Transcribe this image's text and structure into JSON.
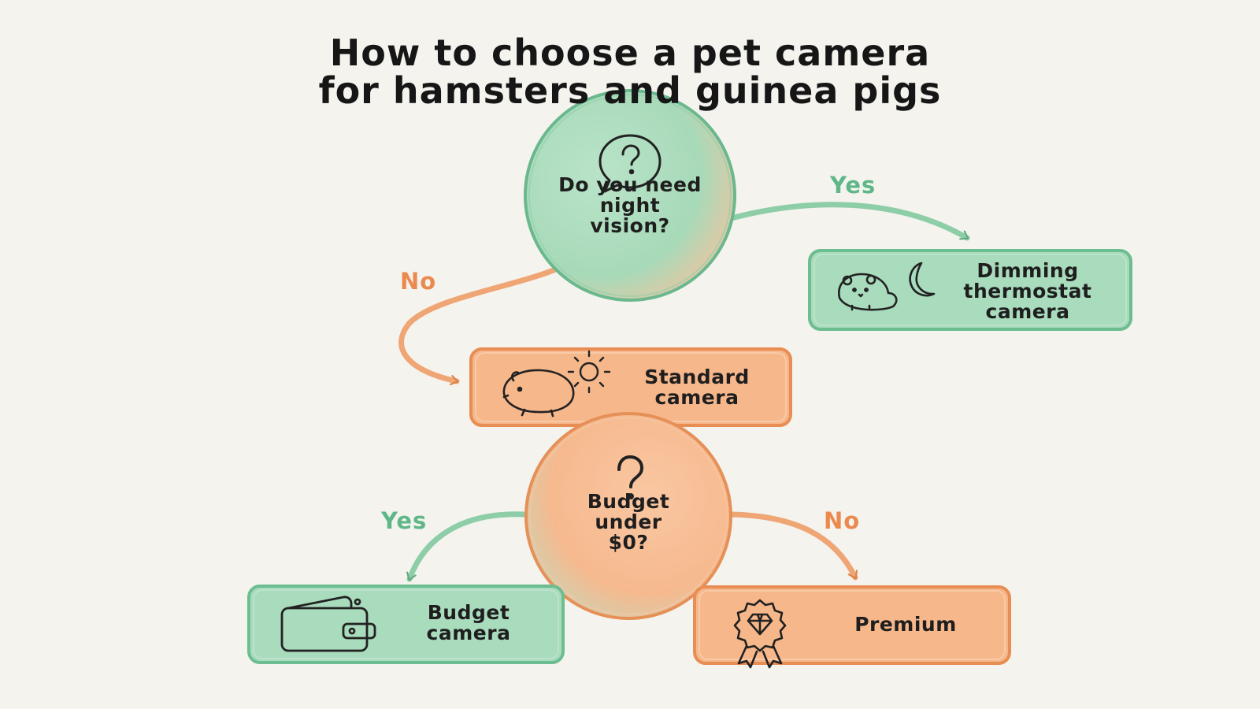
{
  "title": {
    "line1": "How to choose a pet camera",
    "line2": "for hamsters and guinea pigs"
  },
  "nodes": {
    "q_night": {
      "lines": [
        "Do you need",
        "night",
        "vision?"
      ]
    },
    "dimming": {
      "lines": [
        "Dimming",
        "thermostat",
        "camera"
      ]
    },
    "standard": {
      "lines": [
        "Standard",
        "camera"
      ]
    },
    "q_budget": {
      "lines": [
        "Budget",
        "under",
        "$0?"
      ]
    },
    "budget_cam": {
      "lines": [
        "Budget",
        "camera"
      ]
    },
    "premium": {
      "lines": [
        "Premium"
      ]
    }
  },
  "edges": {
    "night_yes": "Yes",
    "night_no": "No",
    "budget_yes": "Yes",
    "budget_no": "No"
  },
  "colors": {
    "green_fill": "#a8dcbc",
    "green_stroke": "#5fb788",
    "orange_fill": "#f7b98c",
    "orange_stroke": "#e98a4e",
    "ink": "#222222",
    "background": "#f4f3ee"
  },
  "icons": {
    "q_night": "question-bubble-icon",
    "dimming": [
      "hamster-icon",
      "moon-icon"
    ],
    "standard": [
      "guinea-pig-icon",
      "sun-icon"
    ],
    "q_budget": "question-mark-icon",
    "budget_cam": "wallet-icon",
    "premium": "diamond-badge-icon"
  }
}
